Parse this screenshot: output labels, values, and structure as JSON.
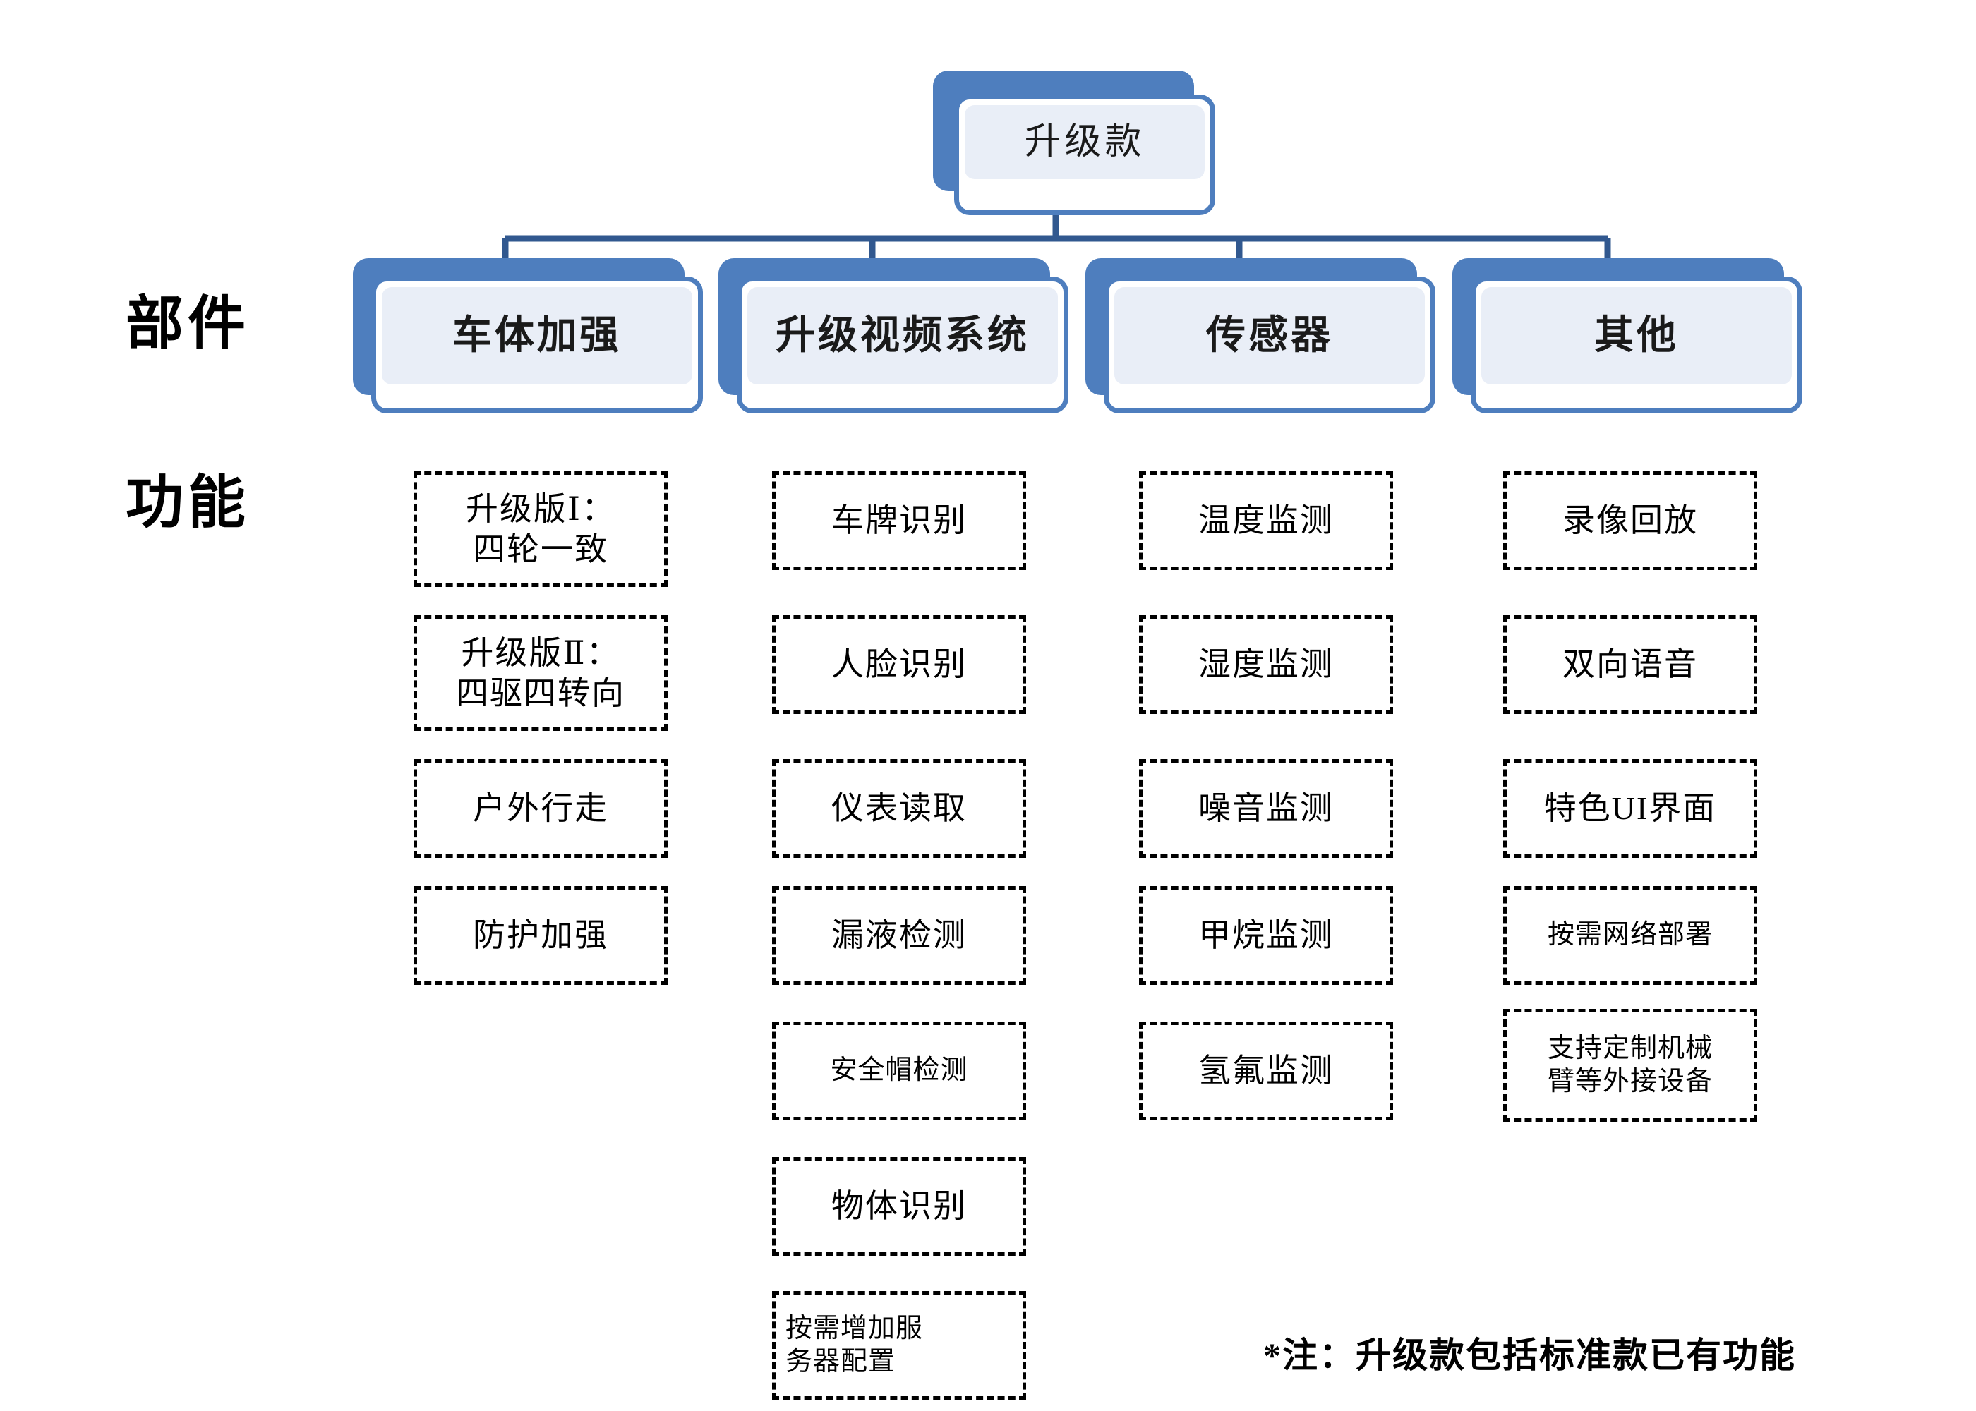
{
  "diagram": {
    "title": "升级款",
    "root": {
      "label": "升级款"
    },
    "row_labels": [
      {
        "key": "components",
        "label": "部件"
      },
      {
        "key": "functions",
        "label": "功能"
      }
    ],
    "footnote": "*注：升级款包括标准款已有功能",
    "colors": {
      "node_blue": "#4E7EBE",
      "node_inner": "#E9EEF7",
      "node_front": "#FFFFFF",
      "connector": "#31588F",
      "dashed_border": "#000000",
      "text": "#000000",
      "background": "#FFFFFF"
    },
    "columns": [
      {
        "key": "body-reinforcement",
        "component": "车体加强",
        "features": [
          {
            "text": "升级版Ⅰ：\n四轮一致",
            "size": "normal",
            "align": "center",
            "lines": 2
          },
          {
            "text": "升级版Ⅱ：\n四驱四转向",
            "size": "normal",
            "align": "center",
            "lines": 2
          },
          {
            "text": "户外行走",
            "size": "normal",
            "align": "center",
            "lines": 1
          },
          {
            "text": "防护加强",
            "size": "normal",
            "align": "center",
            "lines": 1
          }
        ]
      },
      {
        "key": "upgraded-video-system",
        "component": "升级视频系统",
        "features": [
          {
            "text": "车牌识别",
            "size": "normal",
            "align": "center",
            "lines": 1
          },
          {
            "text": "人脸识别",
            "size": "normal",
            "align": "center",
            "lines": 1
          },
          {
            "text": "仪表读取",
            "size": "normal",
            "align": "center",
            "lines": 1
          },
          {
            "text": "漏液检测",
            "size": "normal",
            "align": "center",
            "lines": 1
          },
          {
            "text": "安全帽检测",
            "size": "small",
            "align": "center",
            "lines": 1
          },
          {
            "text": "物体识别",
            "size": "normal",
            "align": "center",
            "lines": 1
          },
          {
            "text": "按需增加服\n务器配置",
            "size": "small",
            "align": "left",
            "lines": 2
          }
        ]
      },
      {
        "key": "sensors",
        "component": "传感器",
        "features": [
          {
            "text": "温度监测",
            "size": "normal",
            "align": "center",
            "lines": 1
          },
          {
            "text": "湿度监测",
            "size": "normal",
            "align": "center",
            "lines": 1
          },
          {
            "text": "噪音监测",
            "size": "normal",
            "align": "center",
            "lines": 1
          },
          {
            "text": "甲烷监测",
            "size": "normal",
            "align": "center",
            "lines": 1
          },
          {
            "text": "氢氟监测",
            "size": "normal",
            "align": "center",
            "lines": 1
          }
        ]
      },
      {
        "key": "others",
        "component": "其他",
        "features": [
          {
            "text": "录像回放",
            "size": "normal",
            "align": "center",
            "lines": 1
          },
          {
            "text": "双向语音",
            "size": "normal",
            "align": "center",
            "lines": 1
          },
          {
            "text": "特色UI界面",
            "size": "normal",
            "align": "center",
            "lines": 1
          },
          {
            "text": "按需网络部署",
            "size": "small",
            "align": "center",
            "lines": 1
          },
          {
            "text": "支持定制机械\n臂等外接设备",
            "size": "small",
            "align": "center",
            "lines": 2
          }
        ]
      }
    ]
  }
}
